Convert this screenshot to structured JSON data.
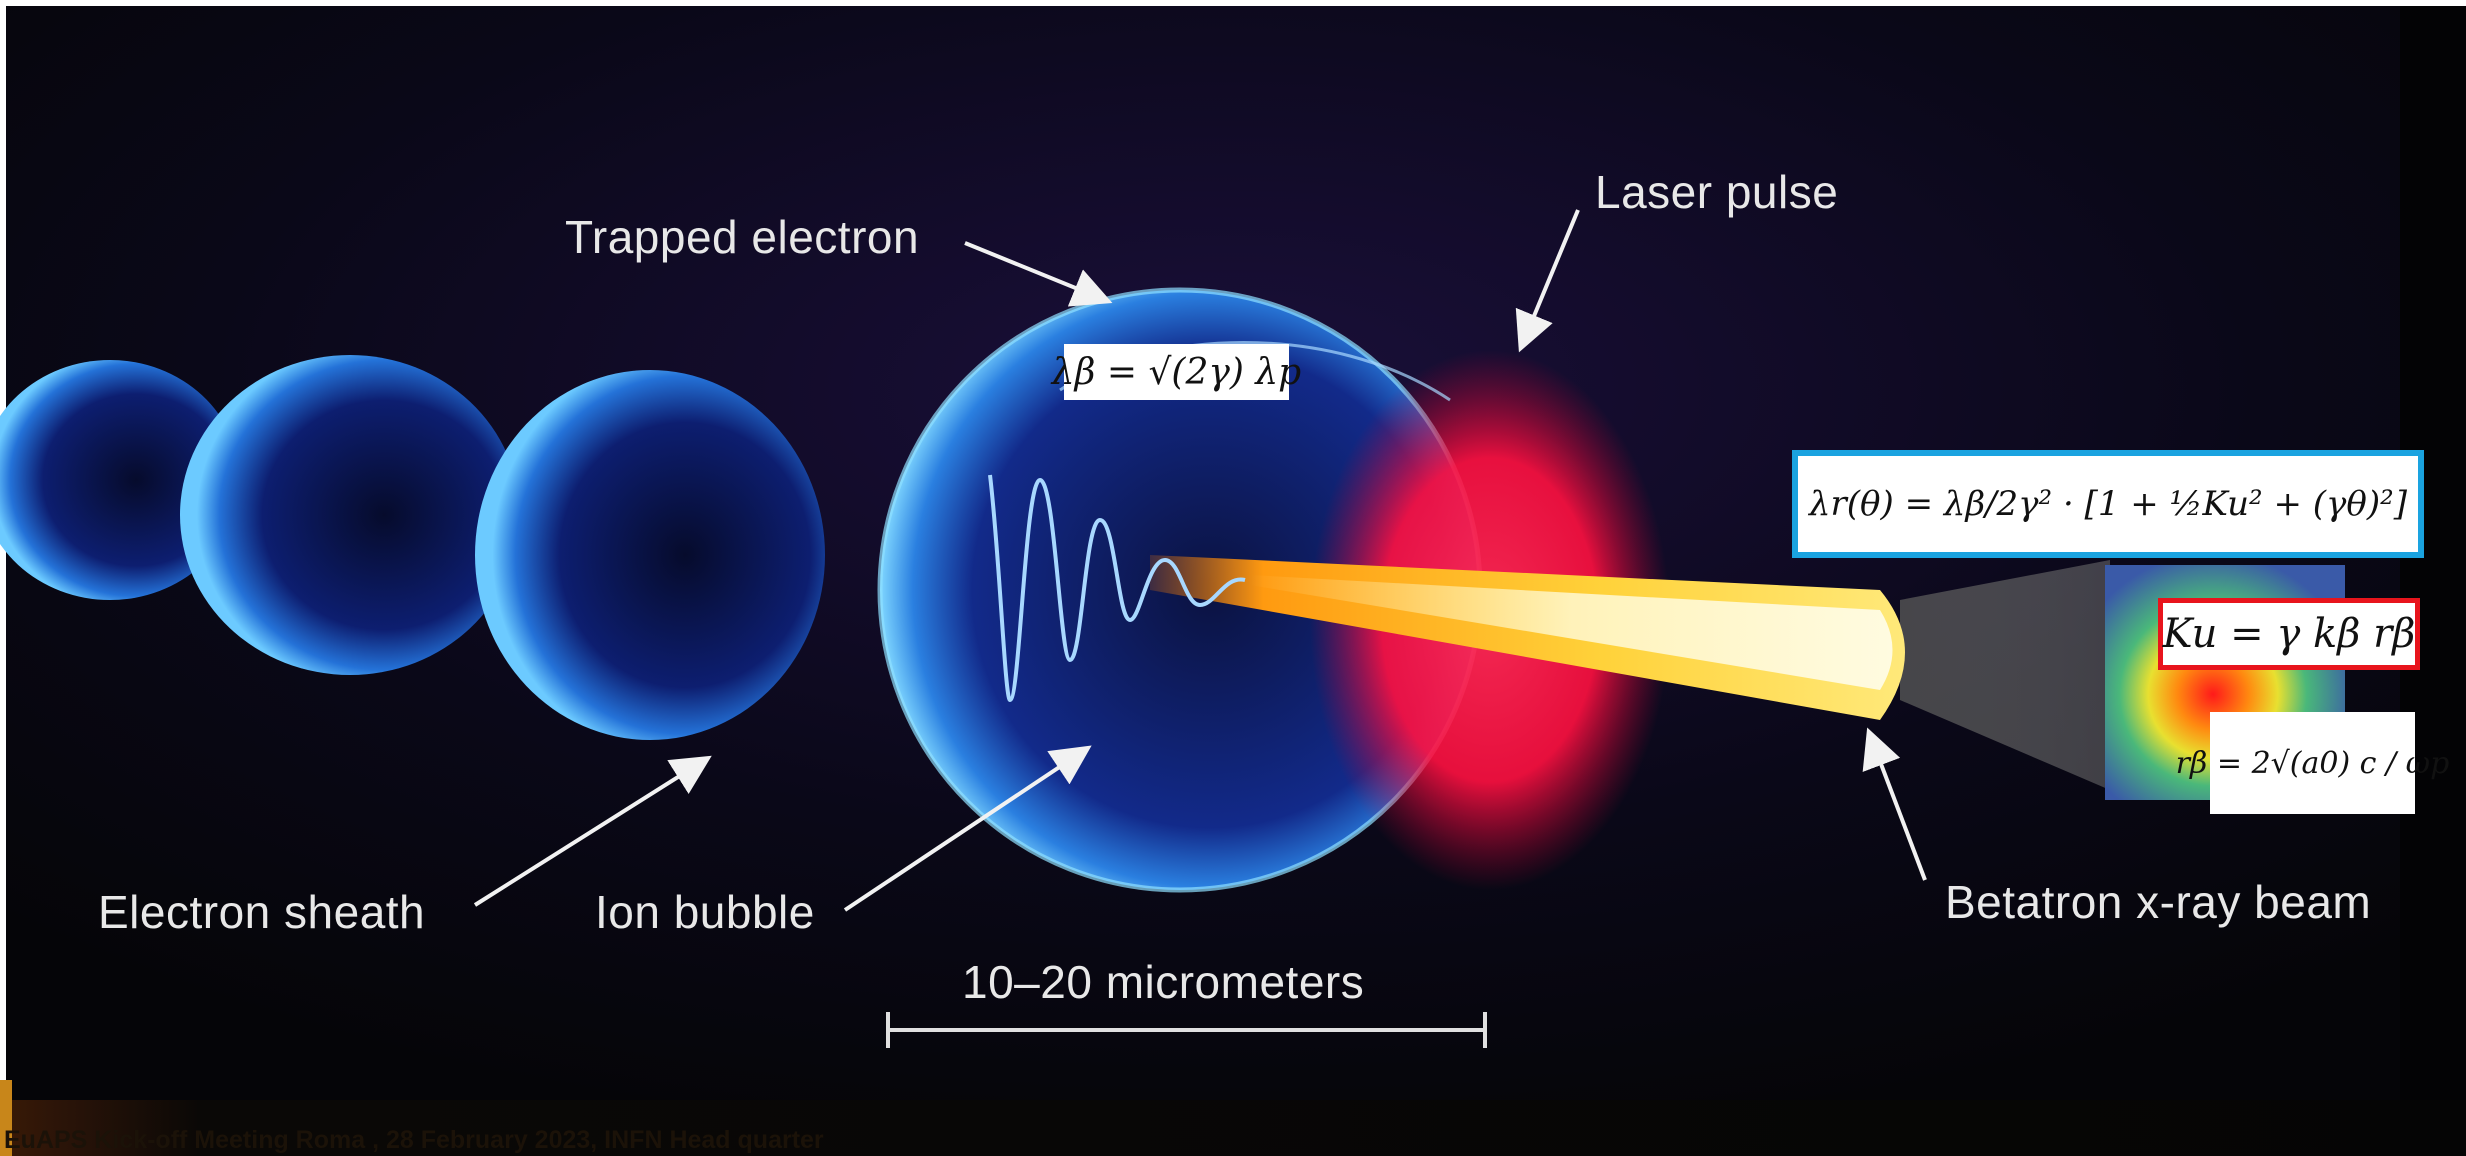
{
  "labels": {
    "trapped_electron": "Trapped electron",
    "laser_pulse": "Laser pulse",
    "electron_sheath": "Electron sheath",
    "ion_bubble": "Ion bubble",
    "scale": "10–20 micrometers",
    "betatron_beam": "Betatron x-ray beam"
  },
  "equations": {
    "betatron_wavelength": "λβ = √(2γ) λp",
    "radiation_wavelength": "λr(θ) = λβ/2γ² · [1 + ½Ku² + (γθ)²]",
    "undulator_parameter": "Ku = γ kβ rβ",
    "betatron_radius": "rβ = 2√(a0) c / ωp"
  },
  "colors": {
    "background": "#07060d",
    "bubble_blue": "#3fb5f0",
    "laser_red": "#ff1f45",
    "beam_yellow": "#ffd23a",
    "box_blue": "#1aa3e0",
    "box_red": "#e8141c",
    "footer_accent": "#c8861a"
  },
  "footer": {
    "text": "EuAPS Kick-off Meeting Roma , 28 February 2023, INFN Head quarter"
  }
}
